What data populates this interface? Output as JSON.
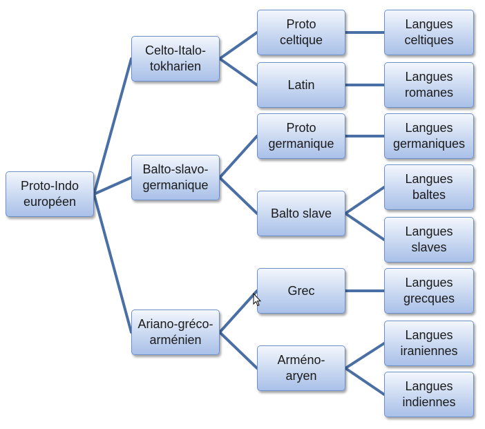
{
  "tree": {
    "root": {
      "id": "root",
      "label": "Proto-Indo\neuropéen"
    },
    "branches": [
      {
        "id": "celto",
        "label": "Celto-Italo-\ntokharien",
        "parent": "root"
      },
      {
        "id": "balto",
        "label": "Balto-slavo-\ngermanique",
        "parent": "root"
      },
      {
        "id": "ariano",
        "label": "Ariano-gréco-\narménien",
        "parent": "root"
      },
      {
        "id": "proto-celtique",
        "label": "Proto\nceltique",
        "parent": "celto"
      },
      {
        "id": "latin",
        "label": "Latin",
        "parent": "celto"
      },
      {
        "id": "proto-germanique",
        "label": "Proto\ngermanique",
        "parent": "balto"
      },
      {
        "id": "balto-slave",
        "label": "Balto slave",
        "parent": "balto"
      },
      {
        "id": "grec",
        "label": "Grec",
        "parent": "ariano"
      },
      {
        "id": "armeno-aryen",
        "label": "Arméno-\naryen",
        "parent": "ariano"
      },
      {
        "id": "langues-celtiques",
        "label": "Langues\nceltiques",
        "parent": "proto-celtique"
      },
      {
        "id": "langues-romanes",
        "label": "Langues\nromanes",
        "parent": "latin"
      },
      {
        "id": "langues-germaniques",
        "label": "Langues\ngermaniques",
        "parent": "proto-germanique"
      },
      {
        "id": "langues-baltes",
        "label": "Langues\nbaltes",
        "parent": "balto-slave"
      },
      {
        "id": "langues-slaves",
        "label": "Langues\nslaves",
        "parent": "balto-slave"
      },
      {
        "id": "langues-grecques",
        "label": "Langues\ngrecques",
        "parent": "grec"
      },
      {
        "id": "langues-iraniennes",
        "label": "Langues\niraniennes",
        "parent": "armeno-aryen"
      },
      {
        "id": "langues-indiennes",
        "label": "Langues\nindiennes",
        "parent": "armeno-aryen"
      }
    ]
  },
  "colors": {
    "connector": "#4a6fa5",
    "node_border": "#6d8fc7",
    "node_fill_top": "#f3f6fc",
    "node_fill_bottom": "#a9c0e8"
  }
}
